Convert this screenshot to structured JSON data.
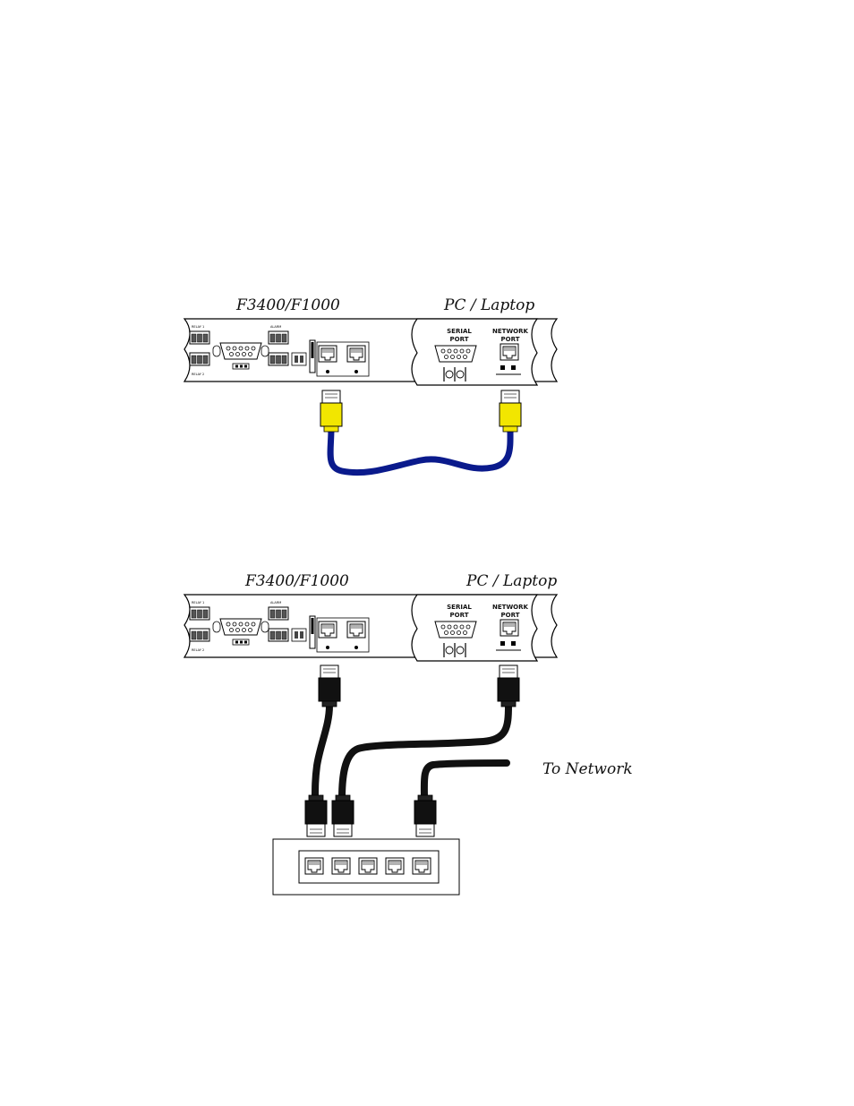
{
  "diagrams": [
    {
      "device_title": "F3400/F1000",
      "pc_title": "PC / Laptop",
      "serial_label_line1": "SERIAL",
      "serial_label_line2": "PORT",
      "network_label_line1": "NETWORK",
      "network_label_line2": "PORT"
    },
    {
      "device_title": "F3400/F1000",
      "pc_title": "PC / Laptop",
      "serial_label_line1": "SERIAL",
      "serial_label_line2": "PORT",
      "network_label_line1": "NETWORK",
      "network_label_line2": "PORT",
      "network_label": "To Network"
    }
  ],
  "colors": {
    "crossover_cable": "#0a1a8c",
    "crossover_plug": "#f2e600",
    "straight_cable": "#111111",
    "straight_plug": "#111111"
  }
}
